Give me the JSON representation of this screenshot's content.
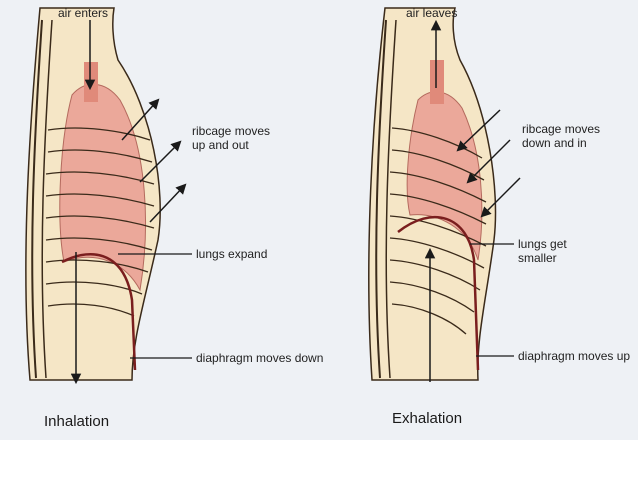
{
  "labels": {
    "air_enters": "air enters",
    "air_leaves": "air leaves",
    "ribcage_up_out": [
      "ribcage moves",
      "up and out"
    ],
    "ribcage_down_in": [
      "ribcage moves",
      "down and in"
    ],
    "lungs_expand": "lungs expand",
    "lungs_smaller": [
      "lungs get",
      "smaller"
    ],
    "diaphragm_down": "diaphragm moves down",
    "diaphragm_up": "diaphragm moves up"
  },
  "captions": {
    "inhalation": "Inhalation",
    "exhalation": "Exhalation"
  },
  "colors": {
    "paper": "#eef1f5",
    "body": "#f5e6c6",
    "outline": "#3a2a1a",
    "lung": "#eba89a",
    "lung_light": "#f6cbbd",
    "trachea": "#e08a7a",
    "diaphragm": "#7a1e1e",
    "arrow": "#1a1a1a"
  }
}
